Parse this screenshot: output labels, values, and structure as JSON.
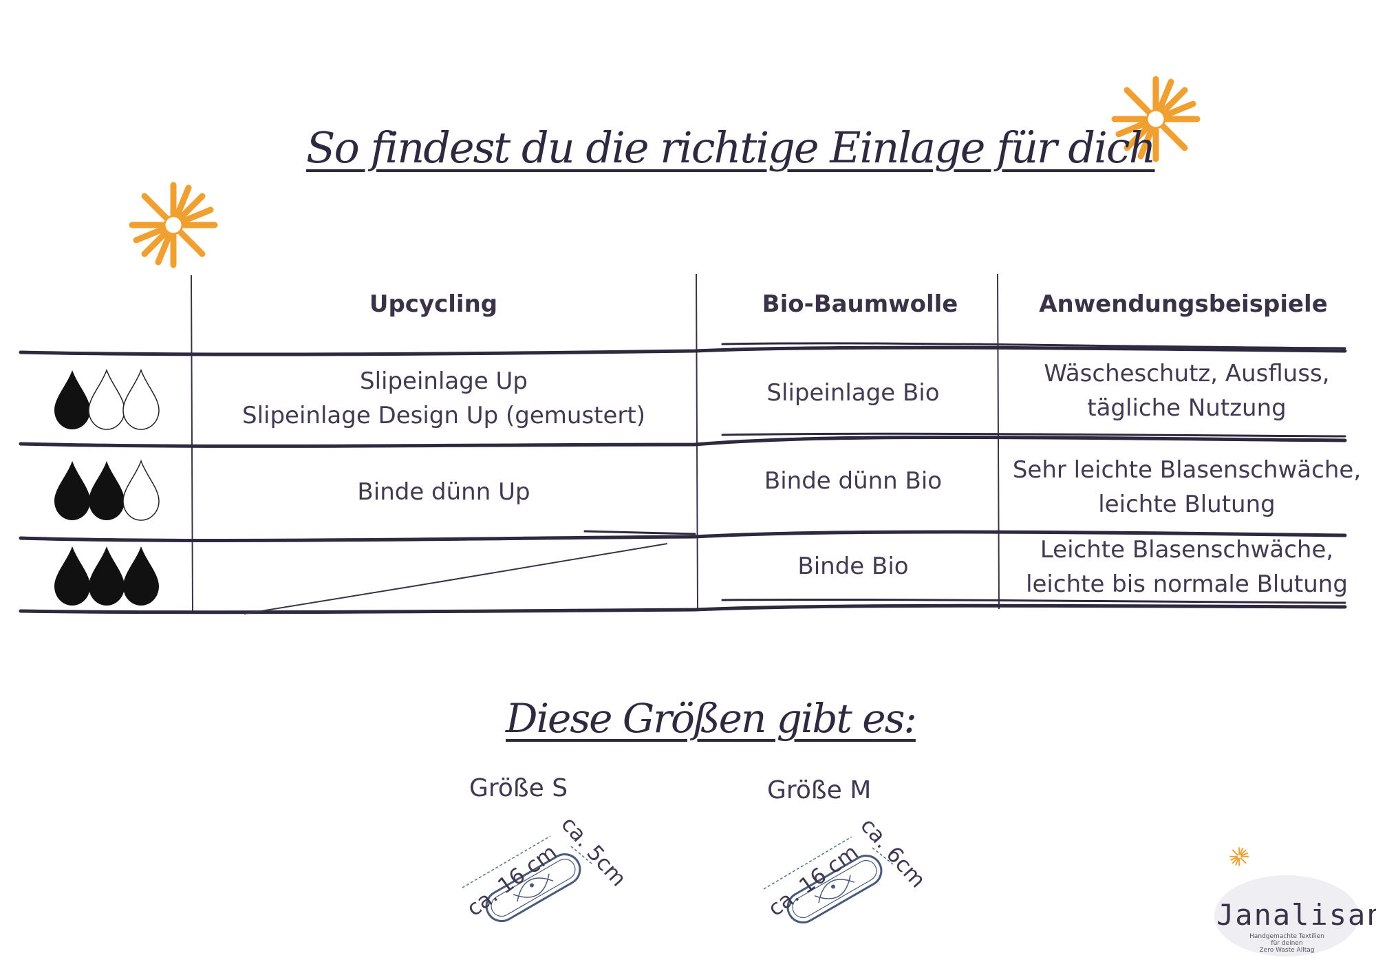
{
  "title": "So findest du die richtige Einlage für dich",
  "table": {
    "headers": [
      "Upcycling",
      "Bio-Baumwolle",
      "Anwendungsbeispiele"
    ],
    "rows": [
      {
        "absorbency": 1,
        "upcycling": [
          "Slipeinlage Up",
          "Slipeinlage Design Up (gemustert)"
        ],
        "bio": "Slipeinlage Bio",
        "use": [
          "Wäscheschutz, Ausfluss,",
          "tägliche Nutzung"
        ]
      },
      {
        "absorbency": 2,
        "upcycling": [
          "Binde dünn Up"
        ],
        "bio": "Binde dünn Bio",
        "use": [
          "Sehr leichte Blasenschwäche,",
          "leichte Blutung"
        ]
      },
      {
        "absorbency": 3,
        "upcycling": [],
        "bio": "Binde Bio",
        "use": [
          "Leichte Blasenschwäche,",
          "leichte bis normale Blutung"
        ]
      }
    ]
  },
  "sizes": {
    "title": "Diese Größen gibt es:",
    "items": [
      {
        "label": "Größe S",
        "length": "ca. 16 cm",
        "width": "ca. 5cm"
      },
      {
        "label": "Größe M",
        "length": "ca. 16 cm",
        "width": "ca. 6cm"
      }
    ]
  },
  "logo": {
    "name": "Janalisan",
    "tagline": [
      "Handgemachte Textilien",
      "für deinen",
      "Zero Waste Alltag"
    ]
  },
  "colors": {
    "sun": "#f0a030",
    "ink": "#2f2940",
    "drop": "#111111"
  },
  "icons": [
    "sun-icon",
    "drop-icon",
    "pad-icon"
  ]
}
